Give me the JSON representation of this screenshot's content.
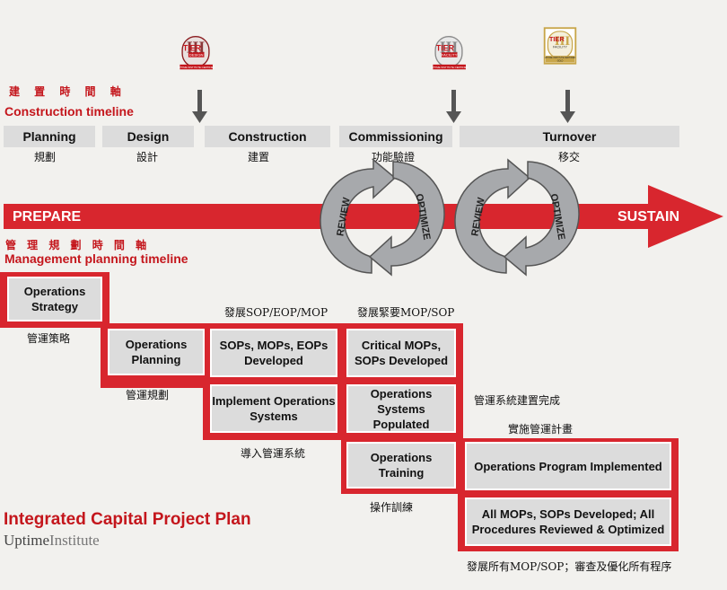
{
  "colors": {
    "red": "#d8262e",
    "gray": "#dcdcdc",
    "background": "#f2f1ee"
  },
  "construction": {
    "title_cjk": "建 置 時 間 軸",
    "title": "Construction timeline",
    "phases": [
      {
        "label": "Planning",
        "cjk": "規劃"
      },
      {
        "label": "Design",
        "cjk": "設計"
      },
      {
        "label": "Construction",
        "cjk": "建置"
      },
      {
        "label": "Commissioning",
        "cjk": "功能驗證"
      },
      {
        "label": "Turnover",
        "cjk": "移交"
      }
    ]
  },
  "badges": [
    {
      "icon": "tier-iii-design-badge",
      "tier": "TIER",
      "numeral": "III",
      "sub": "DESIGN",
      "footer": "UPTIME INSTITUTE CERTIFIED"
    },
    {
      "icon": "tier-iii-facility-badge",
      "tier": "TIER",
      "numeral": "III",
      "sub": "FACILITY",
      "footer": "UPTIME INSTITUTE CERTIFIED"
    },
    {
      "icon": "tier-iii-facility-gold-badge",
      "tier": "TIER",
      "numeral": "III",
      "sub": "FACILITY",
      "footer": "UPTIME INSTITUTE CERTIFIED",
      "footer2": "GOLD"
    }
  ],
  "arrow": {
    "left": "PREPARE",
    "right": "SUSTAIN"
  },
  "cycles": [
    {
      "left": "REVIEW",
      "right": "OPTIMIZE"
    },
    {
      "left": "REVIEW",
      "right": "OPTIMIZE"
    }
  ],
  "management": {
    "title_cjk": "管 理 規 劃 時 間 軸",
    "title": "Management planning timeline"
  },
  "boxes": {
    "ops_strategy": "Operations Strategy",
    "ops_planning": "Operations Planning",
    "sops_developed": "SOPs, MOPs, EOPs Developed",
    "critical_mops": "Critical MOPs, SOPs Developed",
    "implement_systems": "Implement Operations Systems",
    "systems_populated": "Operations Systems Populated",
    "ops_training": "Operations Training",
    "program_implemented": "Operations Program Implemented",
    "all_mops": "All MOPs, SOPs Developed; All Procedures Reviewed & Optimized"
  },
  "annotations": {
    "ops_strategy": "管運策略",
    "ops_planning": "管運規劃",
    "sops_developed": "發展SOP/EOP/MOP",
    "critical_mops": "發展緊要MOP/SOP",
    "implement_systems": "導入管運系統",
    "systems_populated": "管運系統建置完成",
    "program_implemented": "實施管運計畫",
    "ops_training": "操作訓練",
    "all_mops": "發展所有MOP/SOP；審查及優化所有程序"
  },
  "footer": {
    "title": "Integrated Capital Project Plan",
    "brand_a": "Uptime",
    "brand_b": "Institute"
  }
}
